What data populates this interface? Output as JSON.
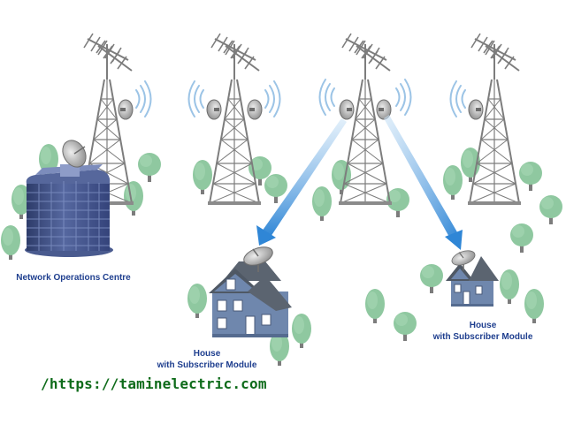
{
  "labels": {
    "noc": "Network Operations Centre",
    "house1_line1": "House",
    "house1_line2": "with Subscriber Module",
    "house2_line1": "House",
    "house2_line2": "with Subscriber Module"
  },
  "website": "/https://taminelectric.com",
  "colors": {
    "label_text": "#1f3f8f",
    "website_text": "#0e6b1a",
    "tower_steel": "#7d7d7d",
    "tree_green": "#8fc8a0",
    "beam_blue": "#2f86d6",
    "building_blue": "#3d4f86",
    "house_blue": "#6f87ad",
    "roof_gray": "#5b6470",
    "radio_waves": "#9cc4e6"
  },
  "icons": [
    "tower-icon",
    "antenna-icon",
    "dish-icon",
    "building-icon",
    "house-icon",
    "tree-icon",
    "signal-waves-icon",
    "signal-beam-icon"
  ]
}
